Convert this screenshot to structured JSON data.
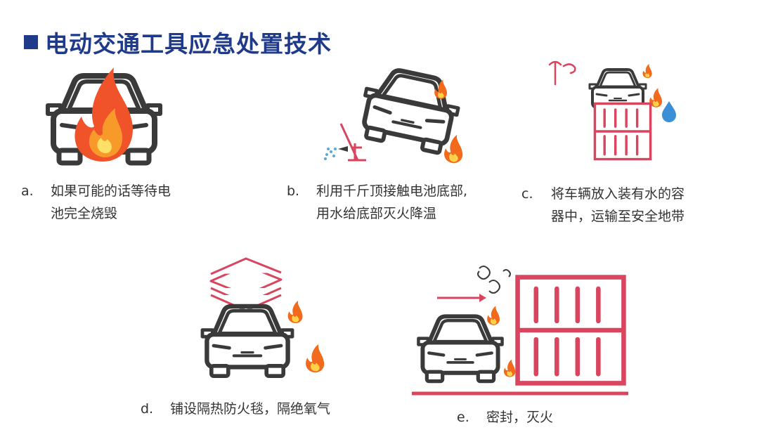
{
  "title": "电动交通工具应急处置技术",
  "items": [
    {
      "letter": "a.",
      "line1": "如果可能的话等待电",
      "line2": "池完全烧毁"
    },
    {
      "letter": "b.",
      "line1": "利用千斤顶接触电池底部,",
      "line2": "用水给底部灭火降温"
    },
    {
      "letter": "c.",
      "line1": "将车辆放入装有水的容",
      "line2": "器中，运输至安全地带"
    },
    {
      "letter": "d.",
      "line1": "铺设隔热防火毯，隔绝氧气"
    },
    {
      "letter": "e.",
      "line1": "密封，灭火"
    }
  ],
  "colors": {
    "title": "#1f3a8a",
    "accent_red": "#d9455f",
    "car_outline": "#3a3a3a",
    "fire_orange": "#f26a1b"
  }
}
